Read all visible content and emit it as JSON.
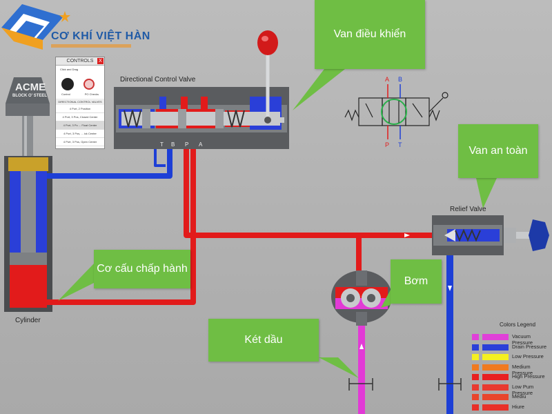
{
  "brand": {
    "name": "CƠ KHÍ VIỆT HÀN",
    "logo_colors": [
      "#2f6fd0",
      "#f0a020"
    ]
  },
  "callouts": {
    "control_valve": "Van điều khiển",
    "relief_valve": "Van an toàn",
    "actuator": "Cơ cấu chấp hành",
    "pump": "Bơm",
    "tank": "Két dầu"
  },
  "labels": {
    "directional_valve": "Directional Control Valve",
    "relief_valve": "Relief Valve",
    "cylinder": "Cylinder",
    "acme_line1": "ACME",
    "acme_line2": "BLOCK O' STEEL",
    "ports_valve": [
      "T",
      "B",
      "P",
      "A"
    ],
    "symbol_ports_top": [
      "A",
      "B"
    ],
    "symbol_ports_bottom": [
      "P",
      "T"
    ]
  },
  "controls_panel": {
    "title": "CONTROLS",
    "close": "X",
    "hint": "Click and Drag",
    "knob_labels": [
      "Control",
      "PO Checks"
    ],
    "section": "DIRECTIONAL CONTROL VALVES",
    "options": [
      "4 Port, 2 Position",
      "4 Port, 3 Pos, Closed Center",
      "4 Port, 3 Po ... Float Center",
      "4 Port, 3 Pos, ... ick Center",
      "4 Port, 3 Pos, Open Center"
    ],
    "selected_index": 2
  },
  "legend": {
    "title": "Colors Legend",
    "items": [
      {
        "label": "Vacuum Pressure",
        "color": "#e040d8"
      },
      {
        "label": "Drain Pressure",
        "color": "#2a3fd8"
      },
      {
        "label": "Low Pressure",
        "color": "#f5f020"
      },
      {
        "label": "Medium Pressure",
        "color": "#f07a20"
      },
      {
        "label": "High Pressure",
        "color": "#e82020"
      },
      {
        "label": "Low Pum Pressure",
        "color": "#e83a30"
      },
      {
        "label": "Mediu",
        "color": "#e8452c"
      },
      {
        "label": "Hiure",
        "color": "#e83028"
      }
    ]
  },
  "colors": {
    "high": "#e21b1b",
    "drain": "#1d3fd6",
    "vacuum": "#e23ad6",
    "callout": "#6fbe44"
  }
}
